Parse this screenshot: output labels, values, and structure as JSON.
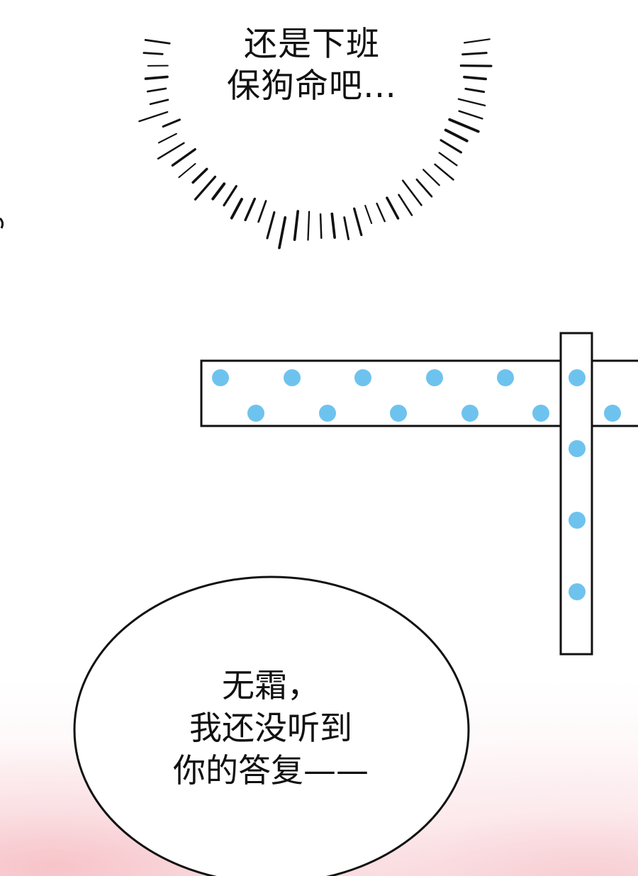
{
  "panel": {
    "thought_bubble": {
      "lines": [
        "还是下班",
        "保狗命吧…"
      ]
    },
    "speech_bubble": {
      "lines": [
        "无霜，",
        "我还没听到",
        "你的答复——"
      ]
    }
  },
  "colors": {
    "background": "#ffffff",
    "ink": "#111111",
    "polka_dot": "#6ec3ee",
    "blossom_pink": "#f6bec4"
  }
}
